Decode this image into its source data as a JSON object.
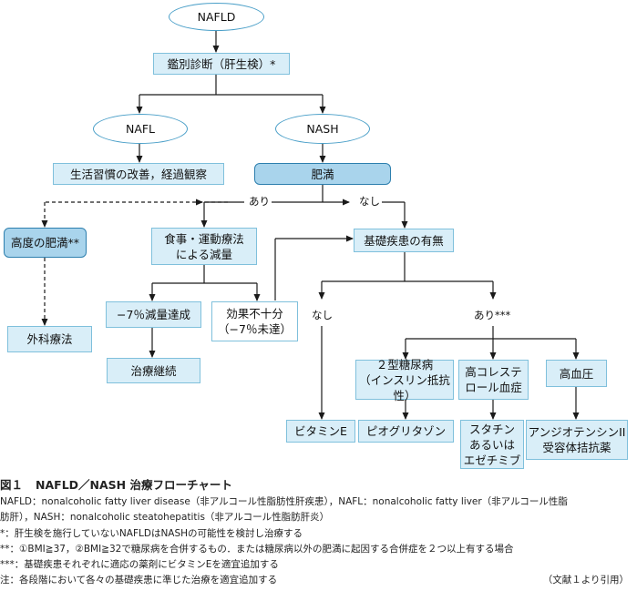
{
  "nodes": {
    "nafld": "NAFLD",
    "diagnosis": "鑑別診断（肝生検）*",
    "nafl": "NAFL",
    "nash": "NASH",
    "lifestyle": "生活習慣の改善，経過観察",
    "obesity": "肥満",
    "severe_obesity": "高度の肥満**",
    "surgery": "外科療法",
    "diet_line1": "食事・運動療法",
    "diet_line2": "による減量",
    "underlying": "基礎疾患の有無",
    "reduction_achieved": "−7％減量達成",
    "insufficient_line1": "効果不十分",
    "insufficient_line2": "（−7％未達）",
    "continue_tx": "治療継続",
    "dm_line1": "２型糖尿病",
    "dm_line2": "（インスリン抵抗性）",
    "chol_line1": "高コレステ",
    "chol_line2": "ロール血症",
    "htn": "高血圧",
    "vitamin_e": "ビタミンE",
    "pioglitazone": "ピオグリタゾン",
    "statin_line1": "スタチン",
    "statin_line2": "あるいは",
    "statin_line3": "エゼチミブ",
    "arb_line1": "アンジオテンシンII",
    "arb_line2": "受容体拮抗薬"
  },
  "edge_labels": {
    "yes": "あり",
    "no": "なし",
    "no2": "なし",
    "yes_triple": "あり***"
  },
  "caption": {
    "fig_num": "図１",
    "title": "NAFLD／NASH 治療フローチャート",
    "line1": "NAFLD：nonalcoholic fatty liver disease（非アルコール性脂肪性肝疾患），NAFL：nonalcoholic fatty liver（非アルコール性脂",
    "line2": "肪肝），NASH：nonalcoholic steatohepatitis（非アルコール性脂肪肝炎）",
    "note1": "*：肝生検を施行していないNAFLDはNASHの可能性を検討し治療する",
    "note2": "**：①BMI≧37，②BMI≧32で糖尿病を合併するもの．または糖尿病以外の肥満に起因する合併症を２つ以上有する場合",
    "note3": "***：基礎疾患それぞれに適応の薬剤にビタミンEを適宜追加する",
    "note4": "注：各段階において各々の基礎疾患に準じた治療を適宜追加する",
    "reference": "（文献１より引用）"
  },
  "colors": {
    "line": "#1a1a1a",
    "box_fill": "#d9eef8",
    "box_border": "#7fc0dc",
    "box_dark_fill": "#a9d4ec",
    "box_dark_border": "#2d7fae",
    "oval_border": "#4a9fc8"
  }
}
